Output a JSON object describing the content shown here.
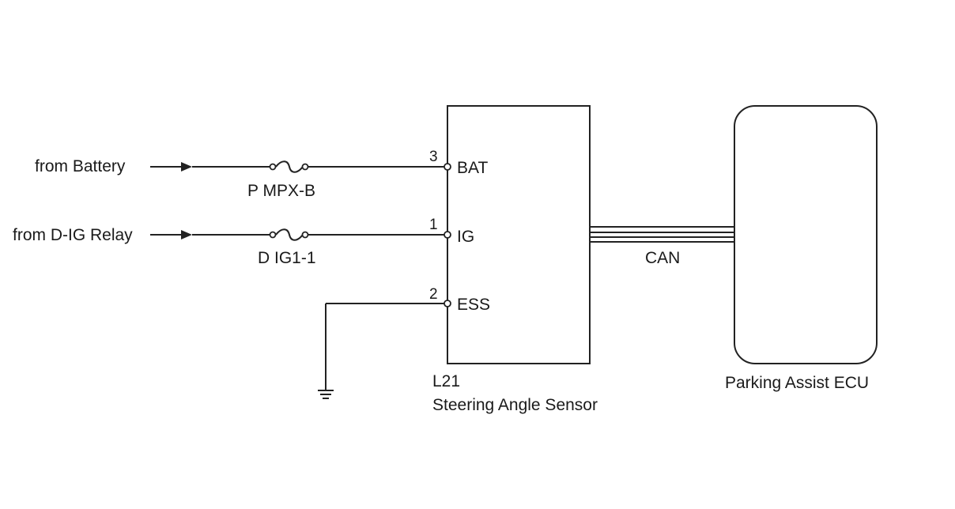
{
  "sources": {
    "battery": "from Battery",
    "dig_relay": "from D-IG Relay"
  },
  "fuses": {
    "pmpxb": "P MPX-B",
    "dig1": "D IG1-1"
  },
  "sensor": {
    "code": "L21",
    "name": "Steering Angle Sensor",
    "pins": [
      {
        "number": "3",
        "name": "BAT"
      },
      {
        "number": "1",
        "name": "IG"
      },
      {
        "number": "2",
        "name": "ESS"
      }
    ]
  },
  "bus": {
    "label": "CAN"
  },
  "ecu": {
    "name": "Parking Assist ECU"
  },
  "icons": {
    "fuse": "fuse-icon",
    "ground": "ground-icon",
    "arrow": "arrow-right-icon"
  }
}
